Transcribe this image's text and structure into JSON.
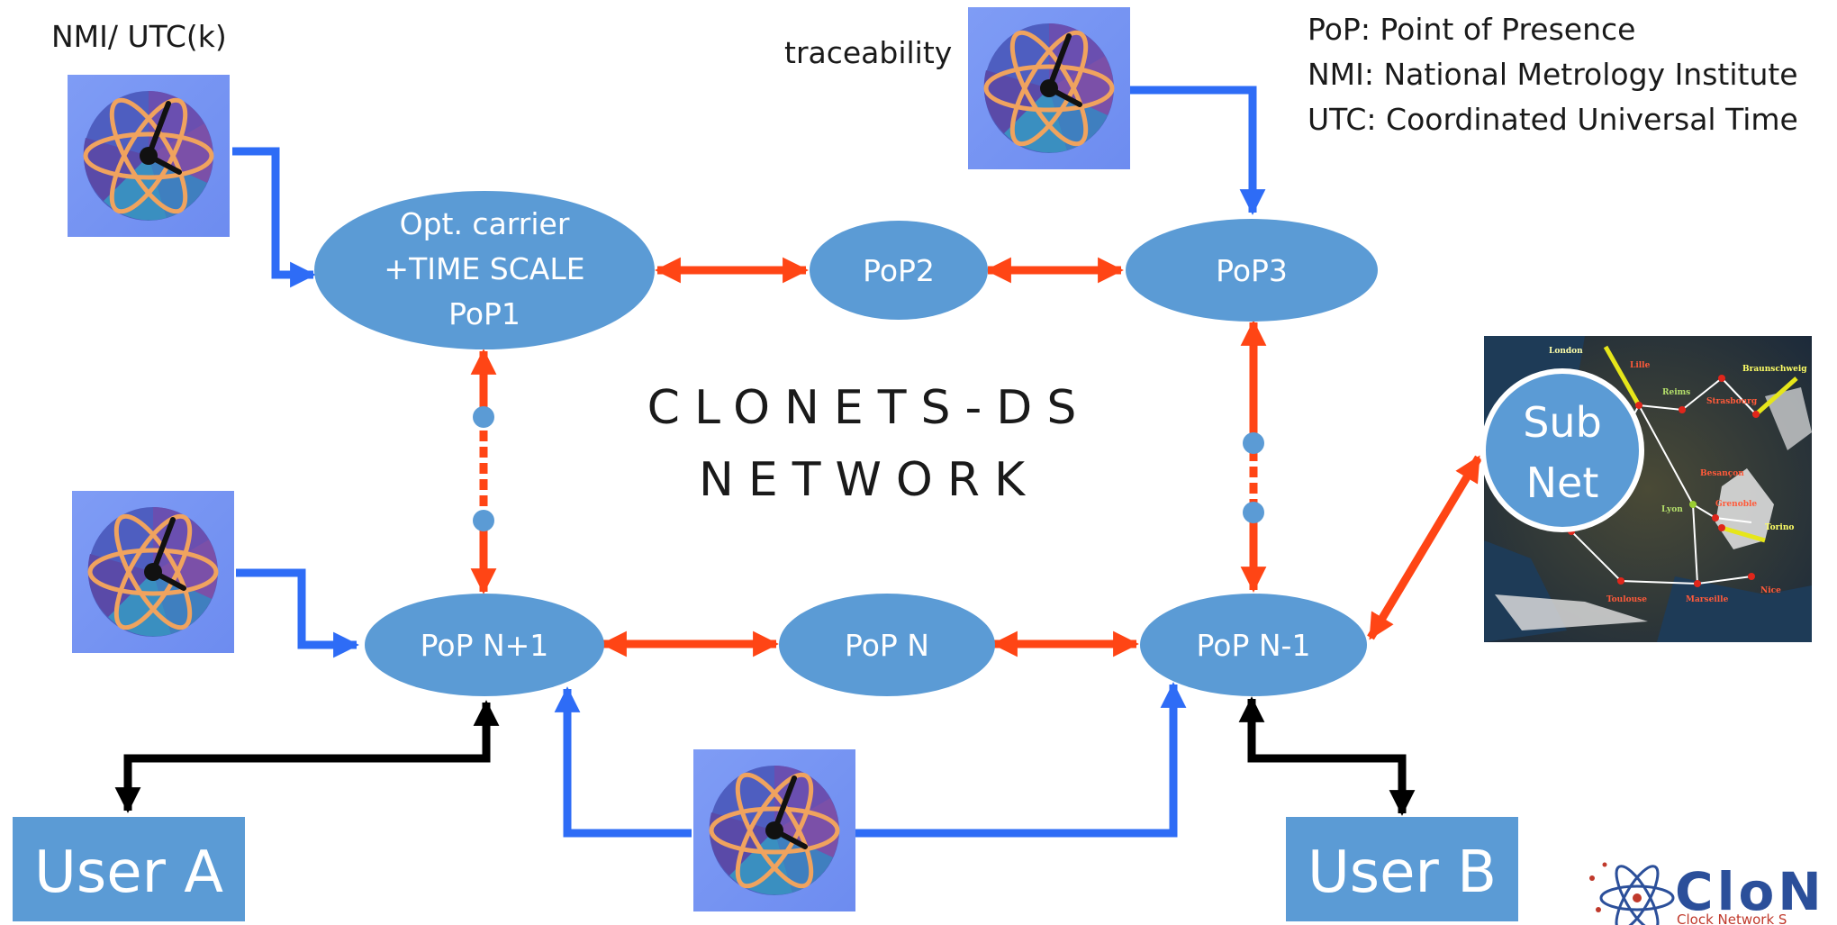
{
  "title": {
    "line1": "CLONETS-DS",
    "line2": "NETWORK"
  },
  "legend": {
    "pop": "PoP:  Point of Presence",
    "nmi": "NMI:  National Metrology Institute",
    "utc": "UTC:  Coordinated Universal Time"
  },
  "labels": {
    "nmi_utc": "NMI/ UTC(k)",
    "traceability": "traceability"
  },
  "nodes": {
    "pop1_line1": "Opt. carrier",
    "pop1_line2": "+TIME SCALE",
    "pop1_line3": "PoP1",
    "pop2": "PoP2",
    "pop3": "PoP3",
    "popn1": "PoP N+1",
    "popn": "PoP N",
    "popnm1": "PoP N-1"
  },
  "users": {
    "a": "User A",
    "b": "User B"
  },
  "subnet": {
    "line1": "Sub",
    "line2": "Net"
  },
  "map": {
    "cities": [
      "London",
      "Lille",
      "Reims",
      "Braunschweig",
      "Strasbourg",
      "Besançon",
      "Grenoble",
      "Lyon",
      "Torino",
      "Toulouse",
      "Marseille",
      "Nice"
    ]
  },
  "logo": {
    "name": "CloN",
    "tagline": "Clock Network S"
  },
  "colors": {
    "node_fill": "#5b9bd5",
    "user_fill": "#5b9bd5",
    "red_link": "#ff4515",
    "blue_link": "#2e6cf6",
    "black_link": "#000000"
  }
}
